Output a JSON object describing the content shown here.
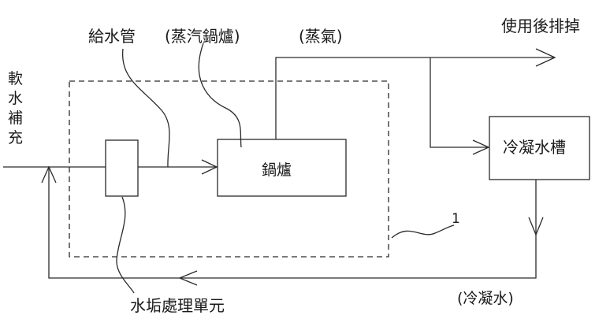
{
  "labels": {
    "soft_water_makeup": "軟水補充",
    "feed_pipe": "給水管",
    "steam_boiler": "(蒸汽鍋爐)",
    "steam": "(蒸氣)",
    "exhaust_after_use": "使用後排掉",
    "boiler": "鍋爐",
    "condensate_tank": "冷凝水槽",
    "reference_numeral": "1",
    "condensate": "(冷凝水)",
    "scale_treatment_unit": "水垢處理單元"
  },
  "colors": {
    "line": "#2a2a2a",
    "text": "#1a1a1a",
    "background": "#ffffff"
  }
}
